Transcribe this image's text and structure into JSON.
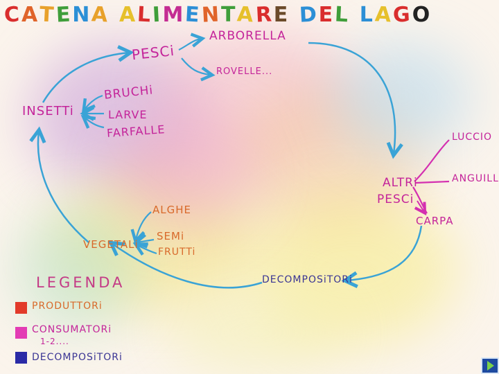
{
  "title": {
    "letters": [
      {
        "ch": "C",
        "color": "#d92d2d"
      },
      {
        "ch": "A",
        "color": "#e0642a"
      },
      {
        "ch": "T",
        "color": "#e8a12b"
      },
      {
        "ch": "E",
        "color": "#3f9e3a"
      },
      {
        "ch": "N",
        "color": "#2c8fd6"
      },
      {
        "ch": "A",
        "color": "#e8a12b"
      },
      {
        "ch": " ",
        "color": "#000000"
      },
      {
        "ch": "A",
        "color": "#e6c02c"
      },
      {
        "ch": "L",
        "color": "#d92d2d"
      },
      {
        "ch": "I",
        "color": "#3f9e3a"
      },
      {
        "ch": "M",
        "color": "#c42c92"
      },
      {
        "ch": "E",
        "color": "#2c8fd6"
      },
      {
        "ch": "N",
        "color": "#e0642a"
      },
      {
        "ch": "T",
        "color": "#3f9e3a"
      },
      {
        "ch": "A",
        "color": "#e6c02c"
      },
      {
        "ch": "R",
        "color": "#d92d2d"
      },
      {
        "ch": "E",
        "color": "#6b4a2a"
      },
      {
        "ch": " ",
        "color": "#000000"
      },
      {
        "ch": "D",
        "color": "#2c8fd6"
      },
      {
        "ch": "E",
        "color": "#d92d2d"
      },
      {
        "ch": "L",
        "color": "#3f9e3a"
      },
      {
        "ch": " ",
        "color": "#000000"
      },
      {
        "ch": "L",
        "color": "#2c8fd6"
      },
      {
        "ch": "A",
        "color": "#e6c02c"
      },
      {
        "ch": "G",
        "color": "#d92d2d"
      },
      {
        "ch": "O",
        "color": "#222222"
      }
    ]
  },
  "nodes": {
    "pesci": "PESCi",
    "arborella": "ARBORELLA",
    "rovelle": "ROVELLE...",
    "insetti": "INSETTi",
    "bruchi": "BRUCHi",
    "larve": "LARVE",
    "farfalle": "FARFALLE",
    "luccio": "LUCCIO",
    "anguilla": "ANGUILLA",
    "altri_pesci_1": "ALTRi",
    "altri_pesci_2": "PESCi",
    "carpa": "CARPA",
    "alghe": "ALGHE",
    "semi": "SEMi",
    "frutti": "FRUTTi",
    "vegetali": "VEGETALi",
    "decompositori": "DECOMPOSiTORi"
  },
  "legend": {
    "title": "LEGENDA",
    "items": [
      {
        "label": "PRODUTTORi",
        "color": "#e23a2a"
      },
      {
        "label": "CONSUMATORi",
        "sub": "1-2....",
        "color": "#e33cb4"
      },
      {
        "label": "DECOMPOSiTORi",
        "color": "#2a2aa6"
      }
    ]
  },
  "colors": {
    "arrow": "#3aa3d6",
    "branch": "#d42fb0",
    "producer": "#d8692a",
    "consumer": "#c4249a",
    "decomposer": "#3a3594"
  },
  "nav": {
    "icon": "next-slide-arrow-icon"
  }
}
